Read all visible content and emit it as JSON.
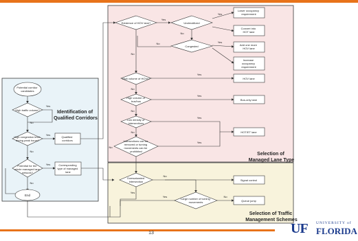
{
  "colors": {
    "accent": "#e8731a",
    "panel_border": "#3a3a3a",
    "line": "#333333"
  },
  "regions": {
    "qualified": {
      "title_line1": "Identification of",
      "title_line2": "Qualified Corridors",
      "fill": "#e9f3f8"
    },
    "managed": {
      "title_line1": "Selection of",
      "title_line2": "Managed Lane Type",
      "fill": "#f9e5e5"
    },
    "traffic": {
      "title_line1": "Selection of Traffic",
      "title_line2": "Management Schemes",
      "fill": "#f8f3dc"
    }
  },
  "left_flow": {
    "start": [
      "Potential corridor",
      "candidates"
    ],
    "d_high_traffic": "High traffic volume?",
    "d_high_congestion": [
      "High congestion level",
      "during peak hours?"
    ],
    "qualified_box": [
      "Qualified",
      "corridors"
    ],
    "d_potential": [
      "Potential for the",
      "whole managed lane",
      "network?"
    ],
    "corresponding_box": [
      "Corresponding",
      "type of managed",
      "lane"
    ],
    "end": "End"
  },
  "managed_flow": {
    "d_existence": "Existence of HOV lane?",
    "d_underutilized": "Underutilized",
    "d_congested": "Congested",
    "box_lower_occ": [
      "Lower occupancy",
      "requirement"
    ],
    "box_convert": [
      "Convert into",
      "HOT lane"
    ],
    "box_add": [
      "Add one more",
      "HOV lane"
    ],
    "box_increase": [
      "Increase",
      "occupancy",
      "requirement"
    ],
    "d_high_hov": "High volume of HOVs?",
    "box_hov": "HOV lane",
    "d_high_bus": [
      "High volume of",
      "bus/bus"
    ],
    "box_bus": "Bus-only lane",
    "d_low_density": [
      "Low density of",
      "intersections"
    ],
    "box_hot": "HOT/ET lane",
    "d_intersections": [
      "Intersections can be",
      "removed or turning",
      "movements can be",
      "prohibited"
    ]
  },
  "traffic_flow": {
    "d_oversaturated": [
      "Oversaturated",
      "intersection"
    ],
    "d_turning": [
      "Large number of turning",
      "movements"
    ],
    "box_signal": "Signal control",
    "box_queue": "Queue jump"
  },
  "labels": {
    "yes": "Yes",
    "no": "No"
  },
  "footer": {
    "page_number": "13",
    "logo_uf": "UF",
    "logo_university": "UNIVERSITY of",
    "logo_florida": "FLORIDA"
  }
}
